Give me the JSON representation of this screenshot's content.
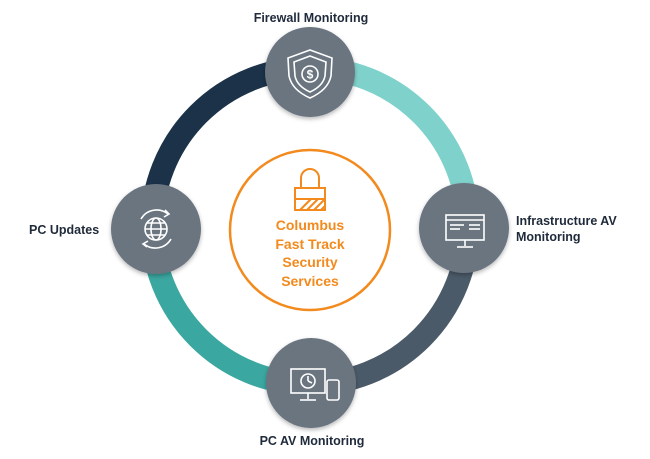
{
  "diagram": {
    "nodes": [
      {
        "id": "firewall",
        "label": "Firewall Monitoring",
        "icon": "shield-dollar-icon"
      },
      {
        "id": "infra",
        "label": "Infrastructure AV Monitoring",
        "label_lines": [
          "Infrastructure AV",
          "Monitoring"
        ],
        "icon": "monitor-icon"
      },
      {
        "id": "pcav",
        "label": "PC AV Monitoring",
        "icon": "monitor-clock-device-icon"
      },
      {
        "id": "pcupdates",
        "label": "PC Updates",
        "icon": "globe-refresh-icon"
      }
    ],
    "center": {
      "lines": [
        "Columbus",
        "Fast Track",
        "Security",
        "Services"
      ],
      "icon": "padlock-icon"
    },
    "colors": {
      "ring_top_right": "#7fd2cb",
      "ring_bottom_right": "#4b5a68",
      "ring_bottom_left": "#3aa7a0",
      "ring_top_left": "#1b3249",
      "node_fill": "#6b7480",
      "accent": "#f28a1e",
      "label_text": "#1f2a3a"
    }
  }
}
